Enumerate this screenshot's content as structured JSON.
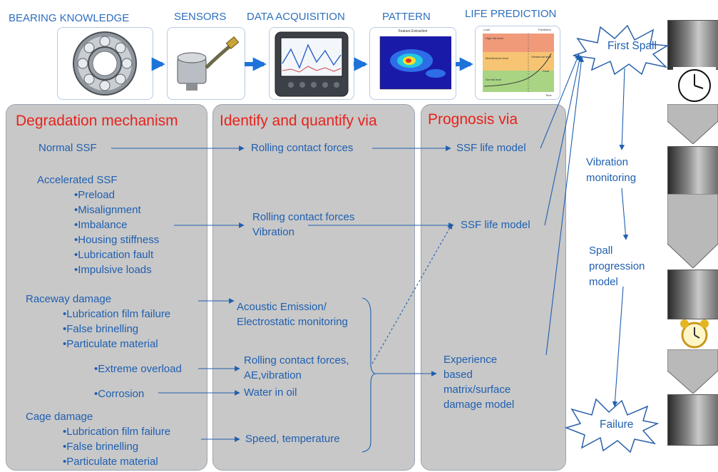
{
  "pipeline": {
    "bearing_knowledge": "BEARING KNOWLEDGE",
    "sensors": "SENSORS",
    "data_acquisition": "DATA ACQUISITION",
    "pattern": "PATTERN",
    "life_prediction": "LIFE PREDICTION",
    "pattern_chart_title": "Feature Extraction",
    "life_chart_labels": [
      "High risk level",
      "Maintenance level",
      "Normal level",
      "Load",
      "Prediction",
      "Vibrational level",
      "Fault",
      "Time"
    ]
  },
  "degradation": {
    "title": "Degradation mechanism",
    "normal": "Normal SSF",
    "accelerated": "Accelerated SSF",
    "accel_items": [
      "•Preload",
      "•Misalignment",
      "•Imbalance",
      "•Housing stiffness",
      "•Lubrication fault",
      "•Impulsive loads"
    ],
    "raceway": "Raceway damage",
    "raceway_items": [
      "•Lubrication film failure",
      "•False brinelling",
      "•Particulate material"
    ],
    "extreme_overload": "•Extreme overload",
    "corrosion": "•Corrosion",
    "cage": "Cage damage",
    "cage_items": [
      "•Lubrication film failure",
      "•False brinelling",
      "•Particulate material"
    ]
  },
  "identify": {
    "title": "Identify and quantify via",
    "rolling1": "Rolling contact forces",
    "rolling2_a": "Rolling contact forces",
    "rolling2_b": "Vibration",
    "ae_a": "Acoustic Emission/",
    "ae_b": "Electrostatic monitoring",
    "rolling3_a": "Rolling contact forces,",
    "rolling3_b": "AE,vibration",
    "water": "Water in oil",
    "speed": "Speed, temperature"
  },
  "prognosis": {
    "title": "Prognosis via",
    "ssf1": "SSF life model",
    "ssf2": "SSF life model",
    "exp_a": "Experience",
    "exp_b": "based",
    "exp_c": "matrix/surface",
    "exp_d": "damage model"
  },
  "progression": {
    "first_spall": "First Spall",
    "vibration_a": "Vibration",
    "vibration_b": "monitoring",
    "spall_a": "Spall",
    "spall_b": "progression",
    "spall_c": "model",
    "failure": "Failure"
  },
  "colors": {
    "text_blue": "#1f5fb0",
    "header_blue": "#2e6fbd",
    "title_red": "#e8221c",
    "panel_gray": "#c8c8c8",
    "arrow_blue": "#1e73d8"
  }
}
